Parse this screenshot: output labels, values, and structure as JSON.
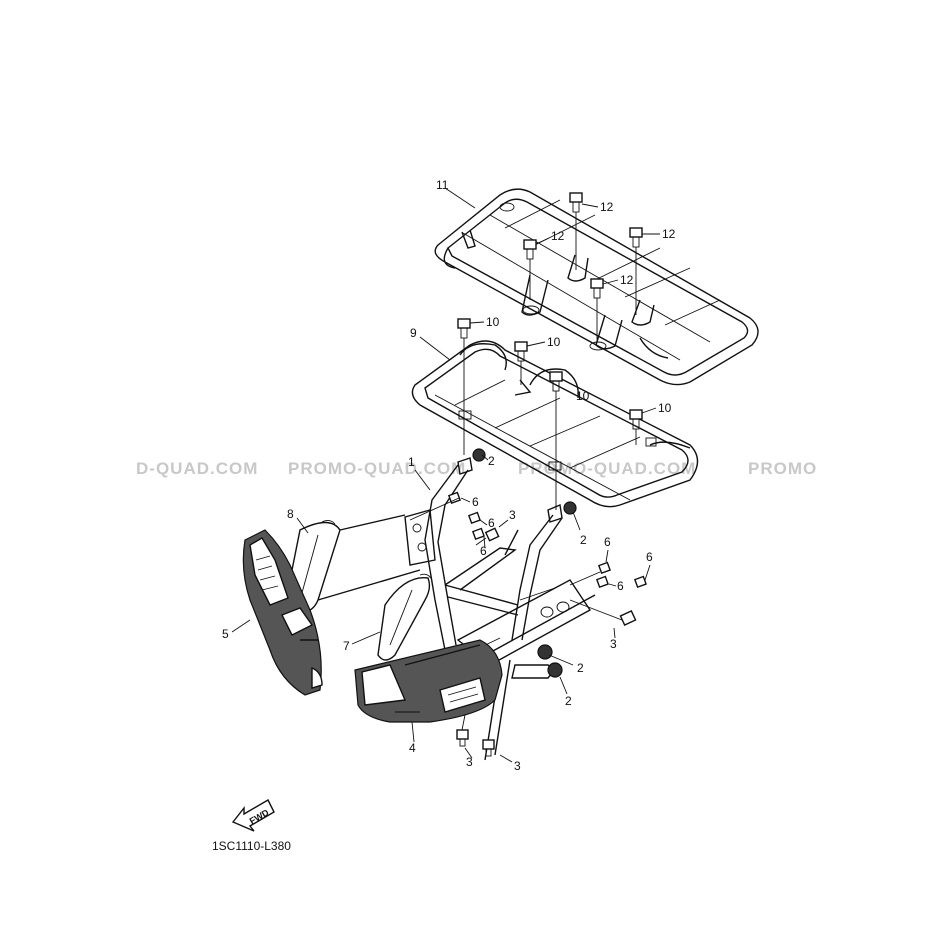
{
  "watermarks": [
    "D-QUAD.COM",
    "PROMO-QUAD.COM",
    "PROMO-QUAD.COM",
    "PROMO"
  ],
  "callouts": {
    "n2a": "2",
    "n2b": "2",
    "n2c": "2",
    "n2d": "2",
    "n3a": "3",
    "n3b": "3",
    "n3c": "3",
    "n3d": "3",
    "n4": "4",
    "n5": "5",
    "n6a": "6",
    "n6b": "6",
    "n6c": "6",
    "n6d": "6",
    "n6e": "6",
    "n7": "7",
    "n8": "8",
    "n9": "9",
    "n10a": "10",
    "n10b": "10",
    "n10c": "10",
    "n10d": "10",
    "n11": "11",
    "n12a": "12",
    "n12b": "12",
    "n12c": "12",
    "n12d": "12"
  },
  "fwd_label": "FWD",
  "drawing_code": "1SC1110-L380"
}
